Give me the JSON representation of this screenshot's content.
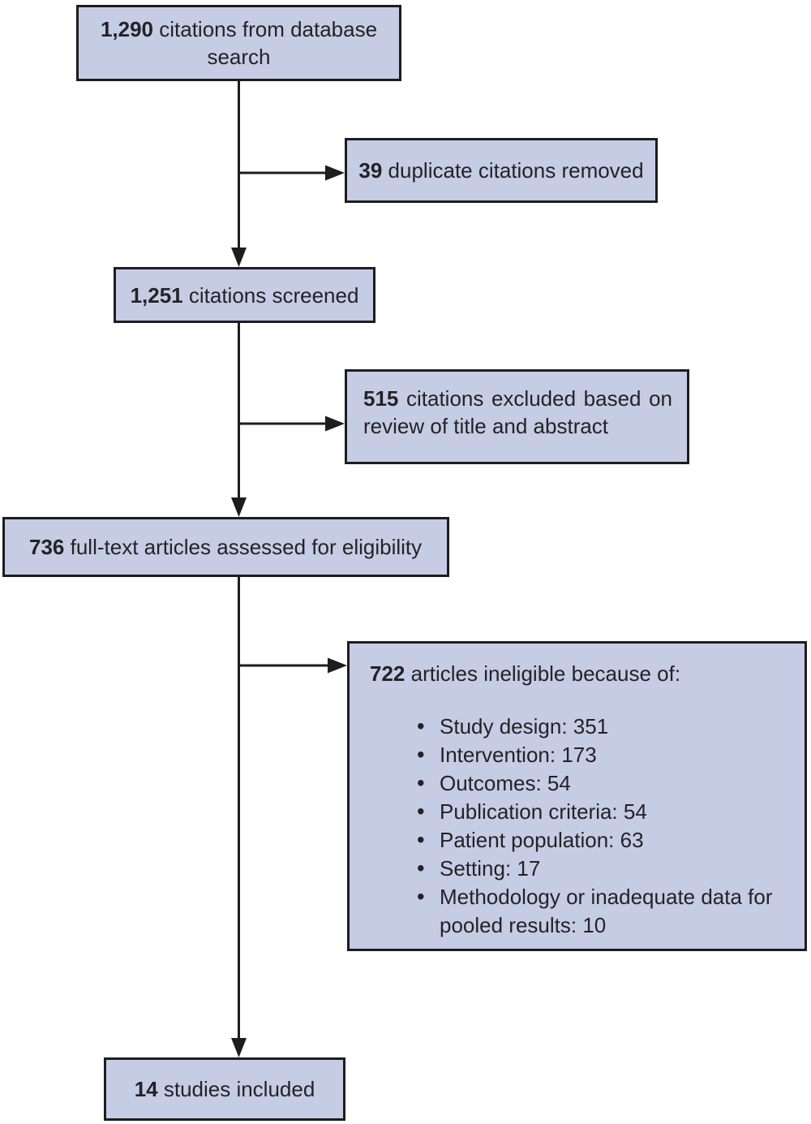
{
  "diagram_type": "study-selection-flowchart",
  "colors": {
    "box_fill": "#c6cce4",
    "box_border": "#1d1d20",
    "arrow": "#1d1d20",
    "text": "#232326",
    "background": "#ffffff"
  },
  "boxes": {
    "database_search": {
      "number": "1,290",
      "text": "citations from database search"
    },
    "duplicates_removed": {
      "number": "39",
      "text": "duplicate citations removed"
    },
    "citations_screened": {
      "number": "1,251",
      "text": "citations screened"
    },
    "citations_excluded": {
      "number": "515",
      "text": "citations excluded based on review of title and abstract"
    },
    "fulltext_assessed": {
      "number": "736",
      "text": "full-text articles assessed for eligibility"
    },
    "articles_ineligible": {
      "number": "722",
      "text": "articles ineligible because of:",
      "bullets": [
        "Study design: 351",
        "Intervention: 173",
        "Outcomes: 54",
        "Publication criteria: 54",
        "Patient population: 63",
        "Setting: 17",
        "Methodology or inadequate data for pooled results: 10"
      ]
    },
    "studies_included": {
      "number": "14",
      "text": "studies included"
    }
  }
}
